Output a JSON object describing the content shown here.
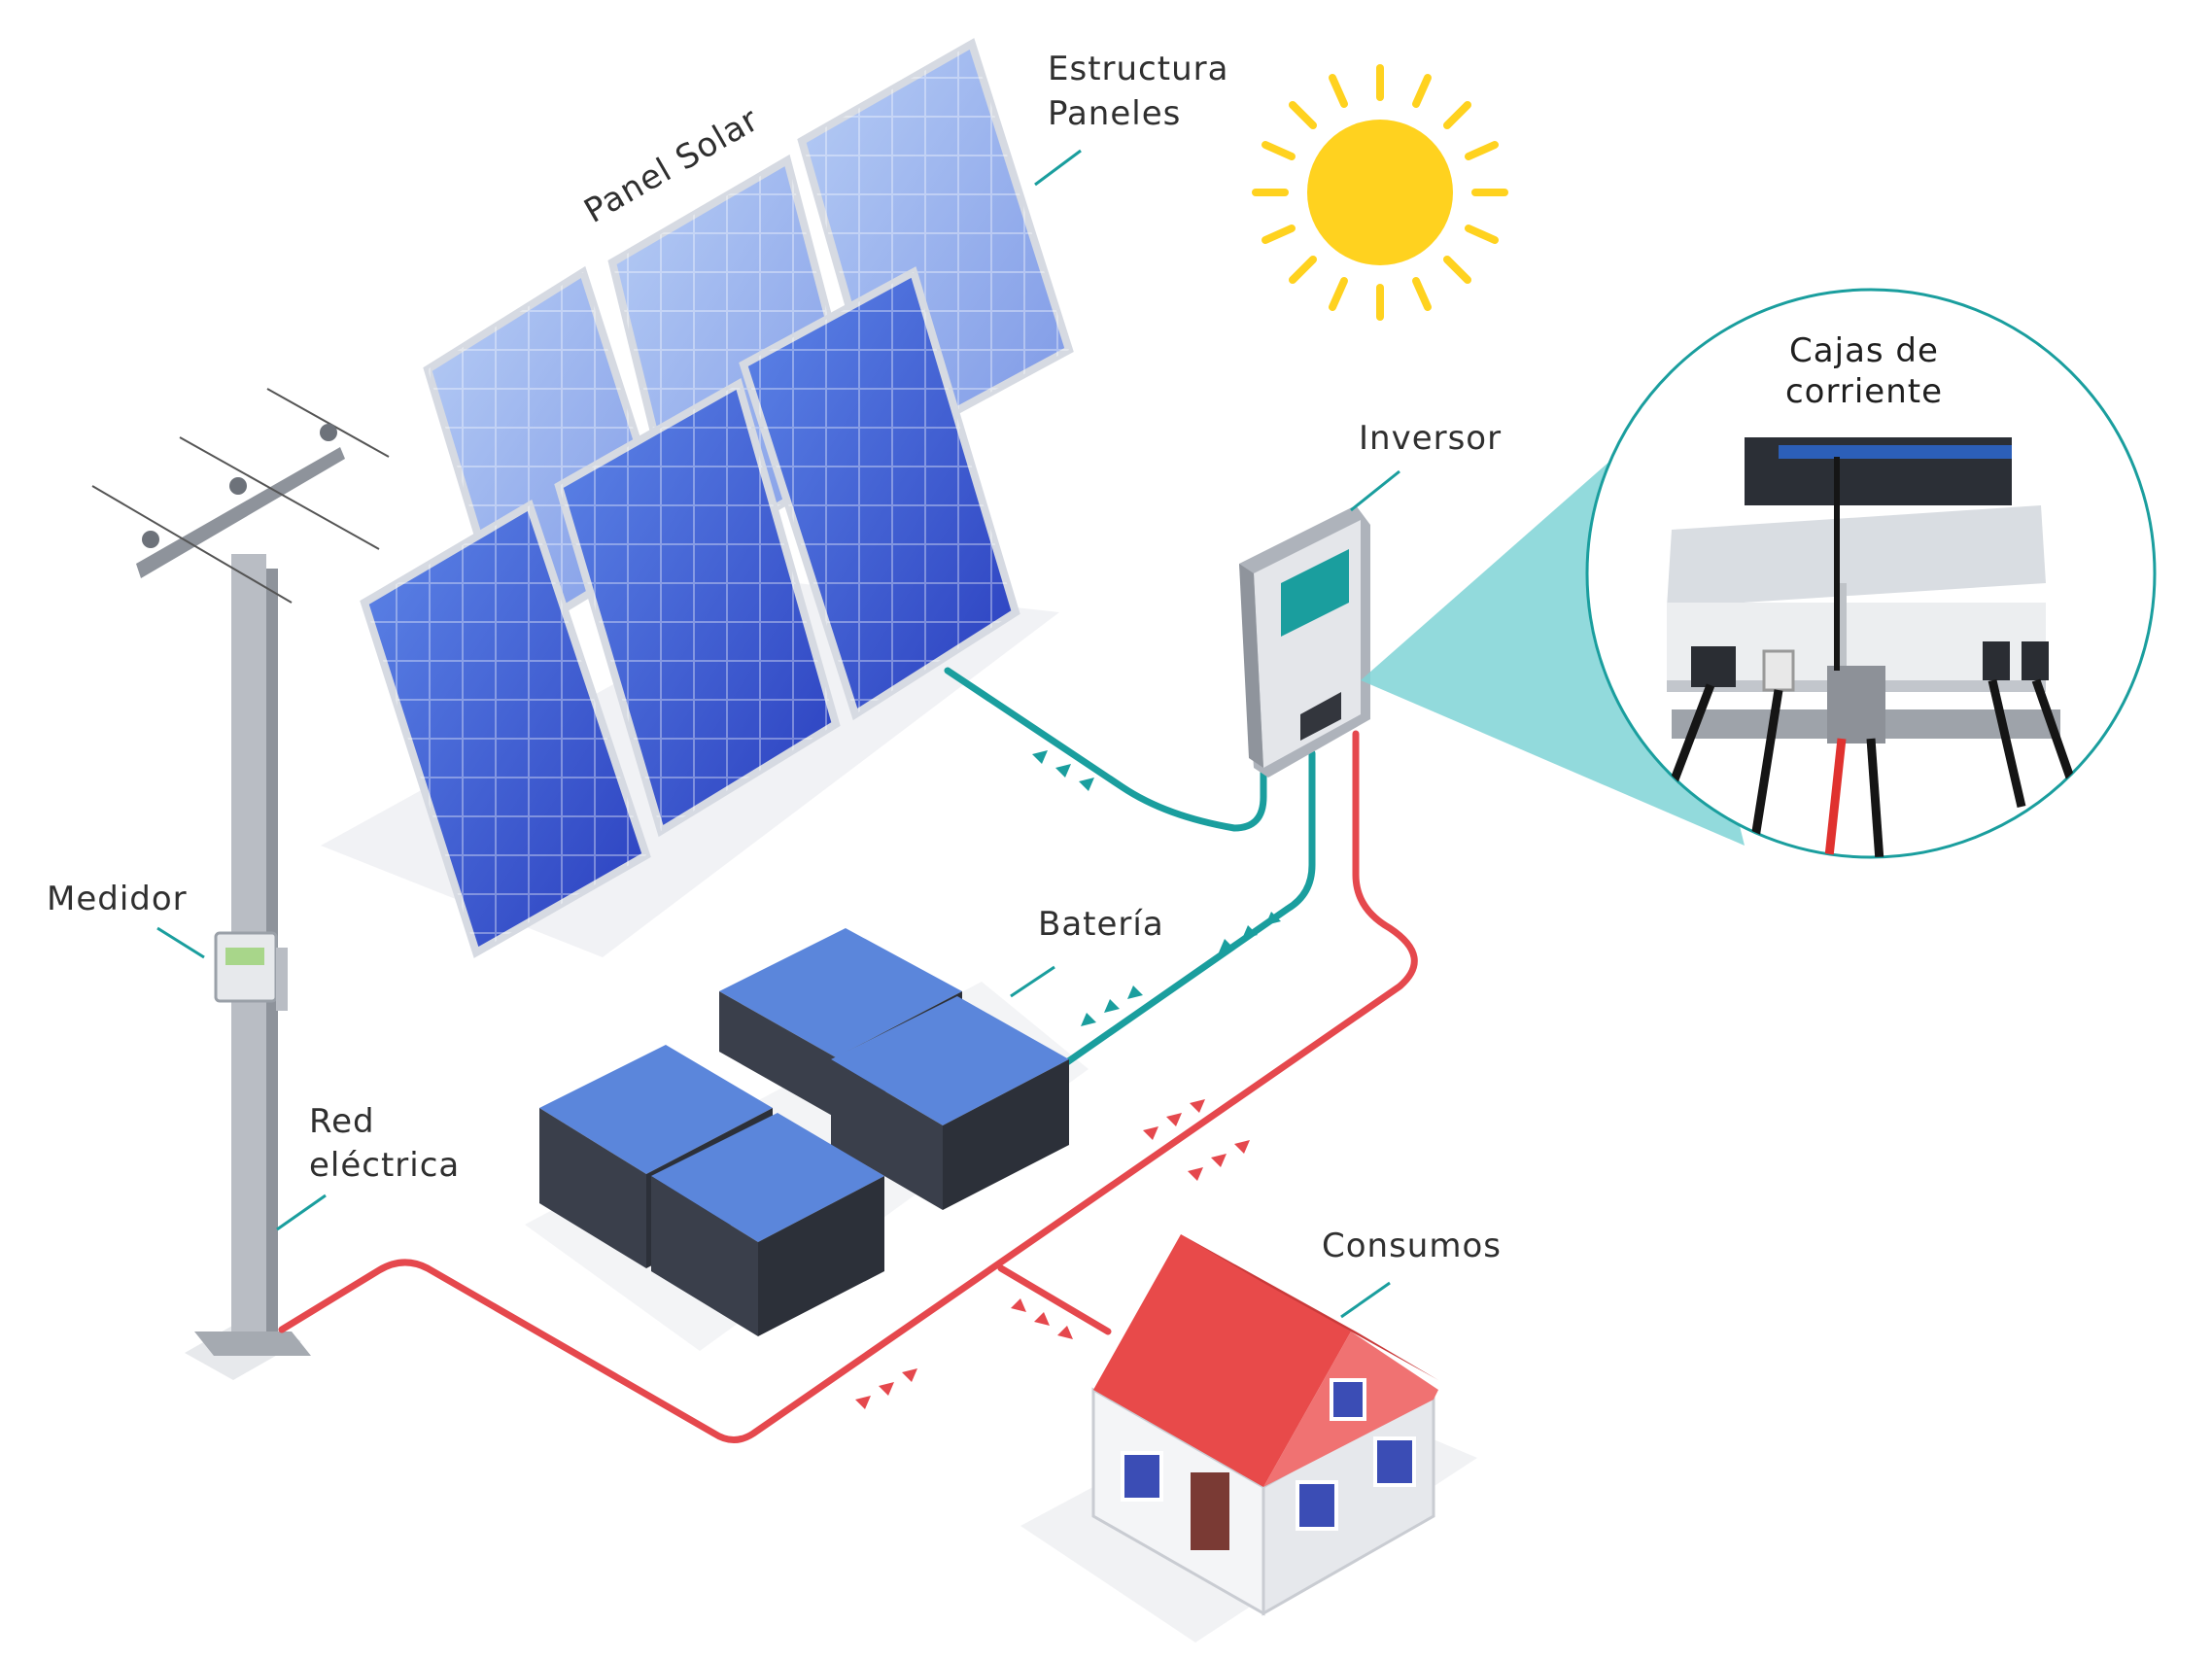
{
  "labels": {
    "panel_solar": "Panel Solar",
    "estructura_line1": "Estructura",
    "estructura_line2": "Paneles",
    "inversor": "Inversor",
    "cajas_line1": "Cajas de",
    "cajas_line2": "corriente",
    "medidor": "Medidor",
    "bateria": "Batería",
    "red_line1": "Red",
    "red_line2": "eléctrica",
    "consumos": "Consumos"
  },
  "colors": {
    "dc_line": "#1a9e9e",
    "ac_line": "#e5484d",
    "sun": "#ffd21f",
    "callout_fill": "#7fd3d6",
    "panel_blue": "#3f5fd6",
    "battery_top": "#5b86db",
    "battery_body": "#383d4a",
    "roof": "#e84a4a"
  }
}
